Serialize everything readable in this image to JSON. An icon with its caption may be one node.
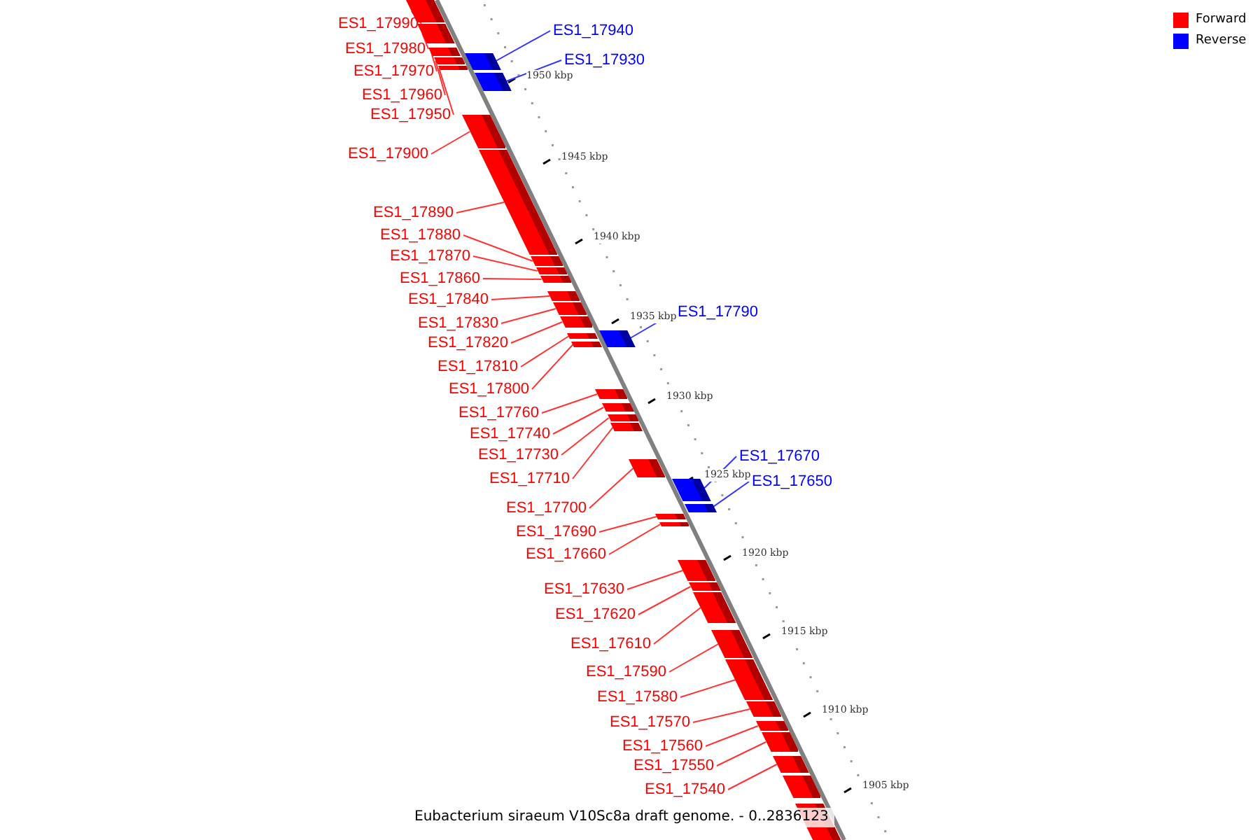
{
  "diagram": {
    "caption": "Eubacterium siraeum V10Sc8a draft genome. - 0..2836123",
    "nodes": [
      {
        "text": [],
        "shape": "box"
      },
      {
        "text": [],
        "shape": "box"
      },
      {
        "text": [],
        "shape": "box"
      },
      {
        "text": [],
        "shape": "box"
      },
      {
        "text": [],
        "shape": "box"
      },
      {
        "text": [],
        "shape": "box"
      },
      {
        "text": [],
        "shape": "box"
      },
      {
        "text": [],
        "shape": "box"
      },
      {
        "text": [],
        "shape": "box"
      },
      {
        "text": [],
        "shape": "box"
      },
      {
        "text": [],
        "shape": "box"
      },
      {
        "text": [],
        "shape": "box"
      },
      {
        "text": [],
        "shape": "box"
      },
      {
        "text": [],
        "shape": "box"
      },
      {
        "text": [],
        "shape": "box"
      },
      {
        "text": [],
        "shape": "box"
      },
      {
        "text": [],
        "shape": "box"
      },
      {
        "text": [],
        "shape": "box"
      },
      {
        "text": [],
        "shape": "box"
      },
      {
        "text": [],
        "shape": "box"
      },
      {
        "text": [],
        "shape": "box"
      },
      {
        "text": [],
        "shape": "box"
      },
      {
        "text": [],
        "shape": "box"
      },
      {
        "text": [],
        "shape": "box"
      },
      {
        "text": [],
        "shape": "box"
      },
      {
        "text": [],
        "shape": "box"
      },
      {
        "text": [],
        "shape": "box"
      },
      {
        "text": [],
        "shape": "box"
      },
      {
        "text": [],
        "shape": "box"
      },
      {
        "text": [],
        "shape": "box"
      },
      {
        "text": [],
        "shape": "box"
      },
      {
        "text": [],
        "shape": "box"
      },
      {
        "text": [],
        "shape": "box"
      },
      {
        "text": [],
        "shape": "box"
      },
      {
        "text": [],
        "shape": "box"
      },
      {
        "text": [],
        "shape": "box"
      },
      {
        "text": [],
        "shape": "box"
      },
      {
        "text": [],
        "shape": "box"
      },
      {
        "text": [
          "ES1_17990"
        ]
      },
      {
        "text": [
          "ES1_17980"
        ]
      },
      {
        "text": [
          "ES1_17970"
        ]
      },
      {
        "text": [
          "ES1_17960"
        ]
      },
      {
        "text": [
          "ES1_17950"
        ]
      },
      {
        "text": [
          "ES1_17900"
        ]
      },
      {
        "text": [
          "ES1_17890"
        ]
      },
      {
        "text": [
          "ES1_17880"
        ]
      },
      {
        "text": [
          "ES1_17870"
        ]
      },
      {
        "text": [
          "ES1_17860"
        ]
      },
      {
        "text": [
          "ES1_17840"
        ]
      },
      {
        "text": [
          "ES1_17830"
        ]
      },
      {
        "text": [
          "ES1_17820"
        ]
      },
      {
        "text": [
          "ES1_17810"
        ]
      },
      {
        "text": [
          "ES1_17800"
        ]
      },
      {
        "text": [
          "ES1_17760"
        ]
      },
      {
        "text": [
          "ES1_17740"
        ]
      },
      {
        "text": [
          "ES1_17730"
        ]
      },
      {
        "text": [
          "ES1_17710"
        ]
      },
      {
        "text": [
          "ES1_17700"
        ]
      },
      {
        "text": [
          "ES1_17690"
        ]
      },
      {
        "text": [
          "ES1_17660"
        ]
      },
      {
        "text": [
          "ES1_17630"
        ]
      },
      {
        "text": [
          "ES1_17620"
        ]
      },
      {
        "text": [
          "ES1_17610"
        ]
      },
      {
        "text": [
          "ES1_17590"
        ]
      },
      {
        "text": [
          "ES1_17580"
        ]
      },
      {
        "text": [
          "ES1_17570"
        ]
      },
      {
        "text": [
          "ES1_17560"
        ]
      },
      {
        "text": [
          "ES1_17550"
        ]
      },
      {
        "text": [
          "ES1_17540"
        ]
      },
      {
        "text": [
          "ES1_17940"
        ]
      },
      {
        "text": [
          "ES1_17930"
        ]
      },
      {
        "text": [
          "ES1_17790"
        ]
      },
      {
        "text": [
          "ES1_17670"
        ]
      },
      {
        "text": [
          "ES1_17650"
        ]
      }
    ],
    "edges": [
      {
        "from": 38,
        "to": 0,
        "arrow": "none"
      },
      {
        "from": 39,
        "to": 1,
        "arrow": "none"
      },
      {
        "from": 40,
        "to": 2,
        "arrow": "none"
      },
      {
        "from": 41,
        "to": 3,
        "arrow": "none"
      },
      {
        "from": 42,
        "to": 4,
        "arrow": "none"
      },
      {
        "from": 43,
        "to": 5,
        "arrow": "none"
      },
      {
        "from": 44,
        "to": 6,
        "arrow": "none"
      },
      {
        "from": 45,
        "to": 7,
        "arrow": "none"
      },
      {
        "from": 46,
        "to": 8,
        "arrow": "none"
      },
      {
        "from": 47,
        "to": 9,
        "arrow": "none"
      },
      {
        "from": 48,
        "to": 10,
        "arrow": "none"
      },
      {
        "from": 49,
        "to": 11,
        "arrow": "none"
      },
      {
        "from": 50,
        "to": 12,
        "arrow": "none"
      },
      {
        "from": 51,
        "to": 13,
        "arrow": "none"
      },
      {
        "from": 52,
        "to": 14,
        "arrow": "none"
      },
      {
        "from": 53,
        "to": 15,
        "arrow": "none"
      },
      {
        "from": 54,
        "to": 16,
        "arrow": "none"
      },
      {
        "from": 55,
        "to": 17,
        "arrow": "none"
      },
      {
        "from": 56,
        "to": 18,
        "arrow": "none"
      },
      {
        "from": 57,
        "to": 19,
        "arrow": "none"
      },
      {
        "from": 58,
        "to": 20,
        "arrow": "none"
      },
      {
        "from": 59,
        "to": 21,
        "arrow": "none"
      },
      {
        "from": 60,
        "to": 22,
        "arrow": "none"
      },
      {
        "from": 61,
        "to": 23,
        "arrow": "none"
      },
      {
        "from": 62,
        "to": 24,
        "arrow": "none"
      },
      {
        "from": 63,
        "to": 25,
        "arrow": "none"
      },
      {
        "from": 64,
        "to": 26,
        "arrow": "none"
      },
      {
        "from": 65,
        "to": 27,
        "arrow": "none"
      },
      {
        "from": 66,
        "to": 28,
        "arrow": "none"
      },
      {
        "from": 67,
        "to": 29,
        "arrow": "none"
      },
      {
        "from": 68,
        "to": 30,
        "arrow": "none"
      },
      {
        "from": 69,
        "to": 33,
        "arrow": "none",
        "color": "#3333ff"
      },
      {
        "from": 70,
        "to": 34,
        "arrow": "none",
        "color": "#3333ff"
      },
      {
        "from": 71,
        "to": 35,
        "arrow": "none",
        "color": "#3333ff"
      },
      {
        "from": 72,
        "to": 36,
        "arrow": "none",
        "color": "#3333ff"
      },
      {
        "from": 73,
        "to": 37,
        "arrow": "none",
        "color": "#3333ff"
      }
    ],
    "labels": [
      "1950 kbp",
      "1945 kbp",
      "1940 kbp",
      "1935 kbp",
      "1930 kbp",
      "1925 kbp",
      "1920 kbp",
      "1915 kbp",
      "1910 kbp",
      "1905 kbp"
    ],
    "legend": [
      {
        "text": "Forward",
        "color": "#ff0000"
      },
      {
        "text": "Reverse",
        "color": "#0000ff"
      }
    ]
  }
}
